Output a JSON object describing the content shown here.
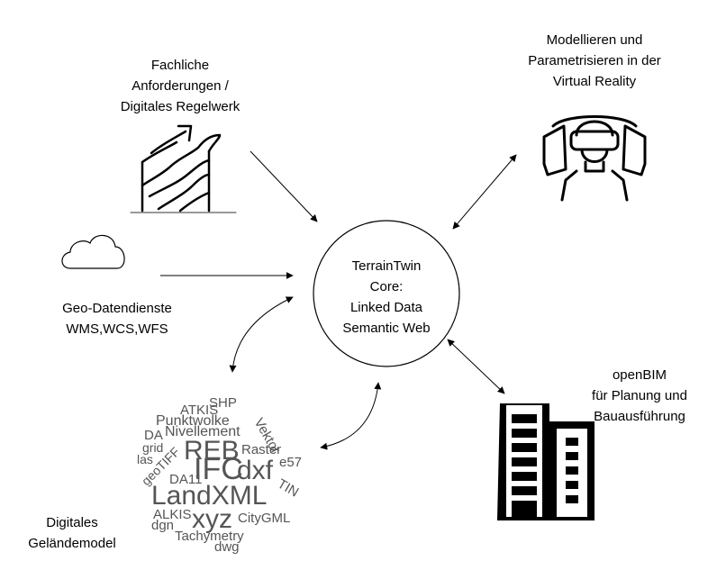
{
  "core": {
    "lines": [
      "TerrainTwin",
      "Core:",
      "Linked Data",
      "Semantic Web"
    ]
  },
  "requirements": {
    "lines": [
      "Fachliche",
      "Anforderungen /",
      "Digitales Regelwerk"
    ],
    "icon": "document-arrow-icon"
  },
  "vr": {
    "lines": [
      "Modellieren und",
      "Parametrisieren in der",
      "Virtual Reality"
    ],
    "icon": "vr-headset-icon"
  },
  "geo_services": {
    "lines": [
      "Geo-Datendienste",
      "WMS,WCS,WFS"
    ],
    "icon": "cloud-icon"
  },
  "openbim": {
    "lines": [
      "openBIM",
      "für Planung und",
      "Bauausführung"
    ],
    "icon": "buildings-icon"
  },
  "terrain_model": {
    "lines": [
      "Digitales",
      "Geländemodel"
    ]
  },
  "word_cloud": {
    "words": [
      "ATKIS",
      "SHP",
      "Vektor",
      "Punktwolke",
      "DA",
      "Nivellement",
      "REB",
      "Raster",
      "grid",
      "las",
      "geoTIFF",
      "IFC",
      "dxf",
      "e57",
      "DA11",
      "TIN",
      "LandXML",
      "ALKIS",
      "xyz",
      "dgn",
      "CityGML",
      "Tachymetry",
      "dwg"
    ]
  }
}
